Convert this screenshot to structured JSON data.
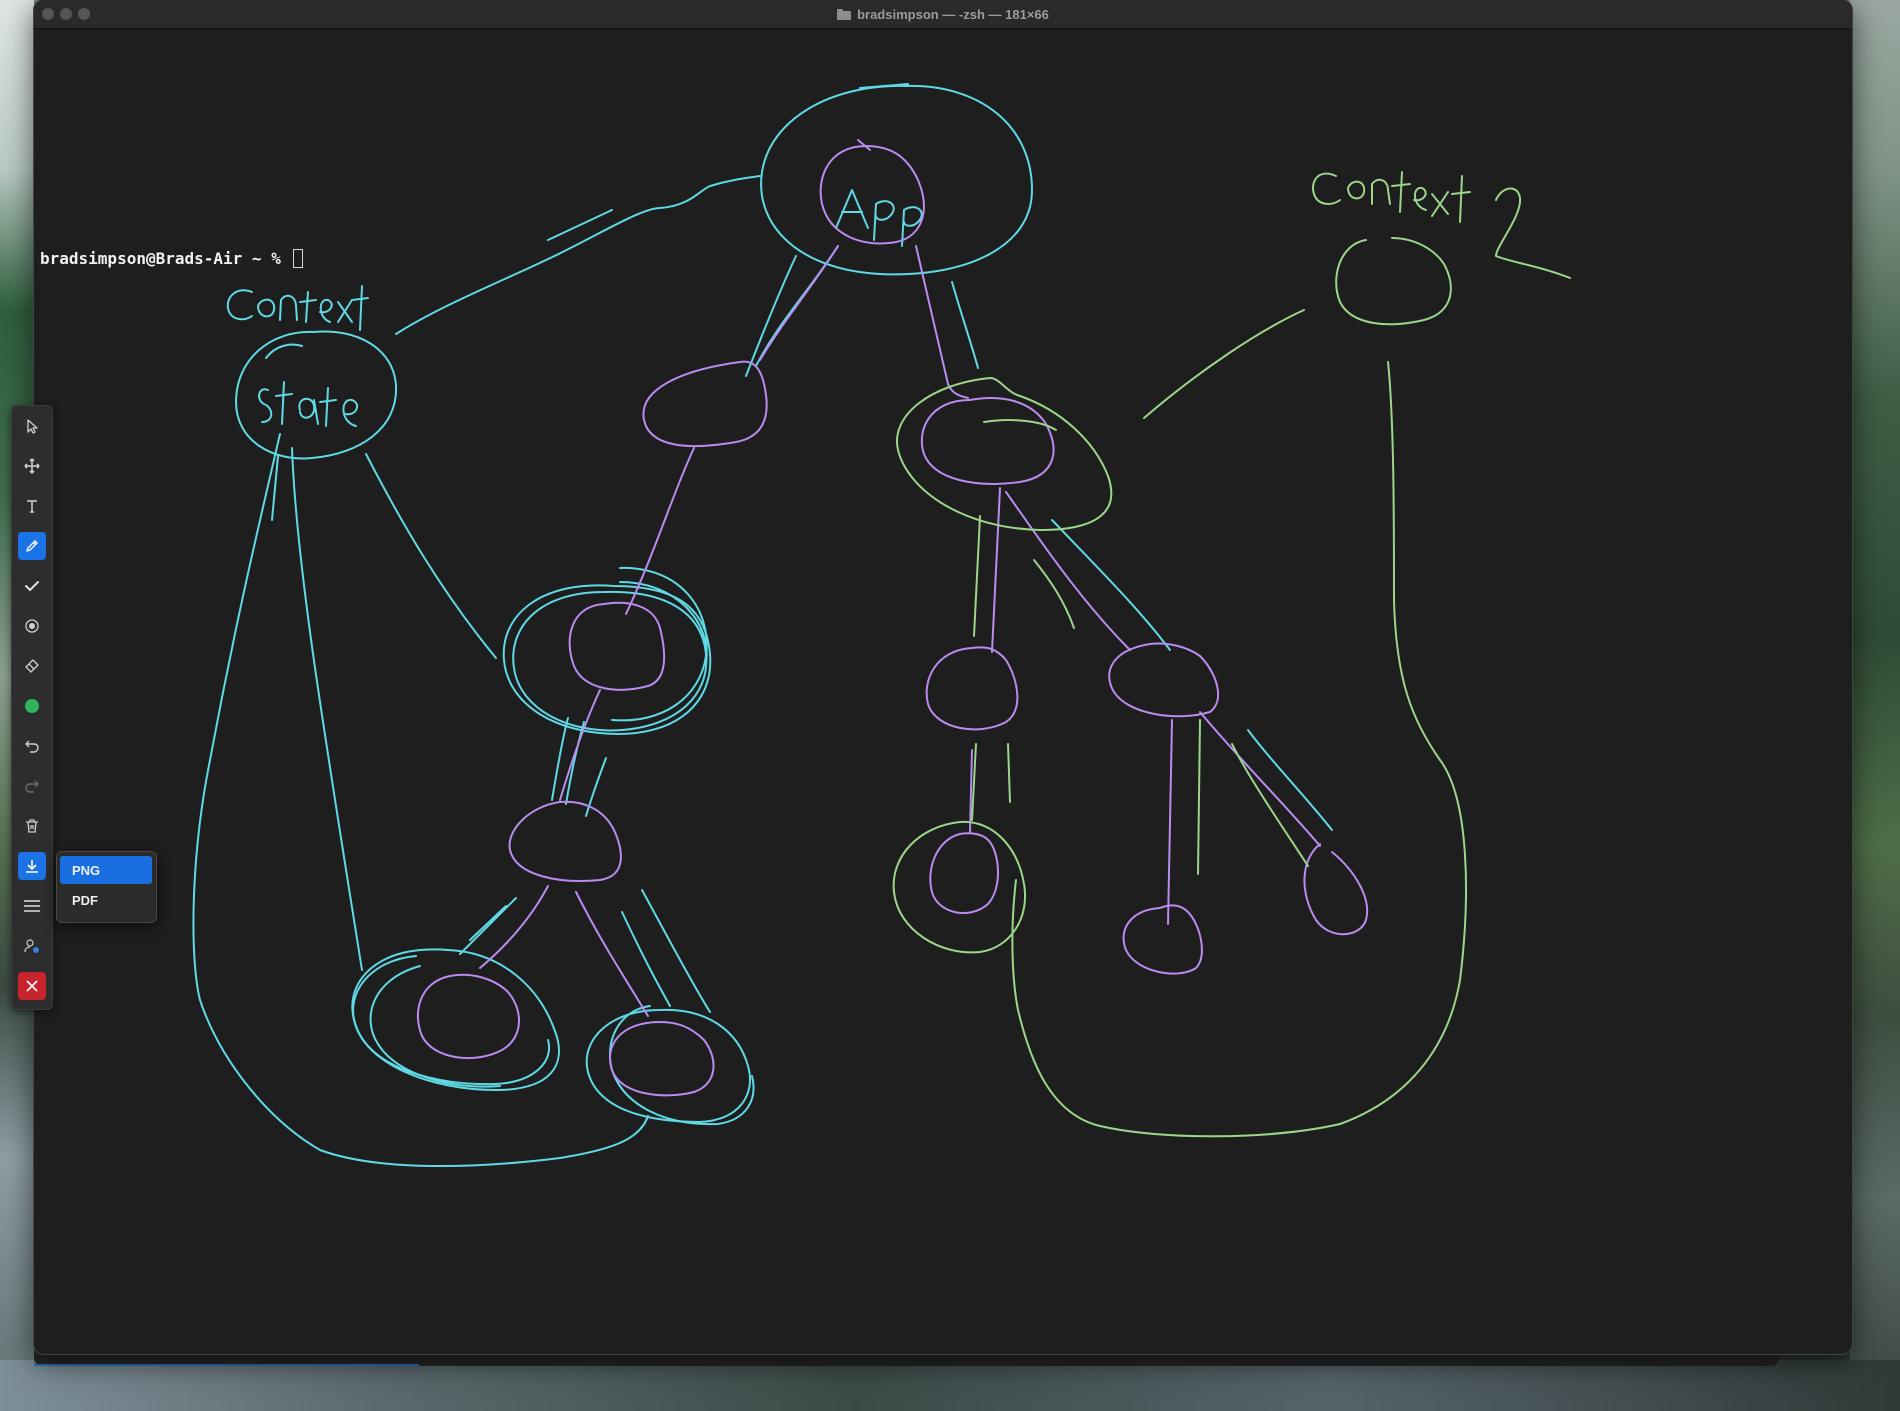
{
  "window": {
    "title": "bradsimpson — -zsh — 181×66"
  },
  "terminal": {
    "prompt": "bradsimpson@Brads-Air ~ % "
  },
  "drawing": {
    "labels": [
      "Context",
      "State",
      "App",
      "Context 2"
    ],
    "colors": {
      "cyan": "#5fd9e6",
      "purple": "#b98cf0",
      "green": "#9bd68a"
    }
  },
  "toolbar": {
    "tools": [
      "select-icon",
      "move-icon",
      "text-icon",
      "pen-icon",
      "check-icon",
      "highlighter-icon",
      "eraser-icon",
      "color-dot-icon",
      "undo-icon",
      "redo-icon",
      "trash-icon",
      "download-icon",
      "menu-icon",
      "user-settings-icon",
      "close-icon"
    ],
    "active_tool": "pen-icon",
    "active_color": "#2fb45a",
    "accent": "#1a74e8"
  },
  "export_menu": {
    "items": [
      "PNG",
      "PDF"
    ],
    "selected": "PNG"
  }
}
